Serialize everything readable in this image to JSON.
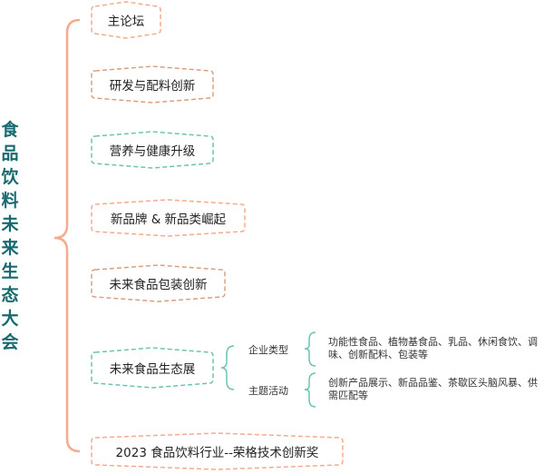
{
  "title": "食品饮料未来生态大会",
  "colors": {
    "salmon": "#f7aa8c",
    "tan": "#d9a07f",
    "teal": "#6cc3b4",
    "title": "#176a70"
  },
  "branches": [
    {
      "label": "主论坛",
      "color": "salmon"
    },
    {
      "label": "研发与配料创新",
      "color": "tan"
    },
    {
      "label": "营养与健康升级",
      "color": "teal"
    },
    {
      "label": "新品牌 & 新品类崛起",
      "color": "salmon"
    },
    {
      "label": "未来食品包装创新",
      "color": "tan"
    },
    {
      "label": "未来食品生态展",
      "color": "teal",
      "children": [
        {
          "label": "企业类型",
          "detail": "功能性食品、植物基食品、乳品、休闲食饮、调味、创新配料、包装等"
        },
        {
          "label": "主题活动",
          "detail": "创新产品展示、新品品鉴、茶歇区头脑风暴、供需匹配等"
        }
      ]
    },
    {
      "label": "2023 食品饮料行业--荣格技术创新奖",
      "color": "salmon"
    }
  ]
}
